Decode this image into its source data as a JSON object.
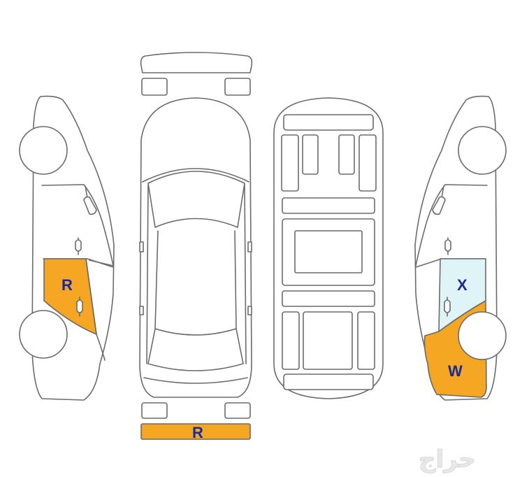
{
  "colors": {
    "outline": "#6b6b6b",
    "repaint": "#f5a623",
    "replaced": "#f5a623",
    "scratch": "#dff4f7",
    "label": "#1a2a9c",
    "watermark": "#e8e8e8"
  },
  "diagram": {
    "left_view": {
      "label": "R"
    },
    "right_view": {
      "window_label": "X",
      "door_label": "W"
    },
    "rear_bumper": {
      "label": "R"
    }
  },
  "watermark": {
    "text": "حراج"
  }
}
